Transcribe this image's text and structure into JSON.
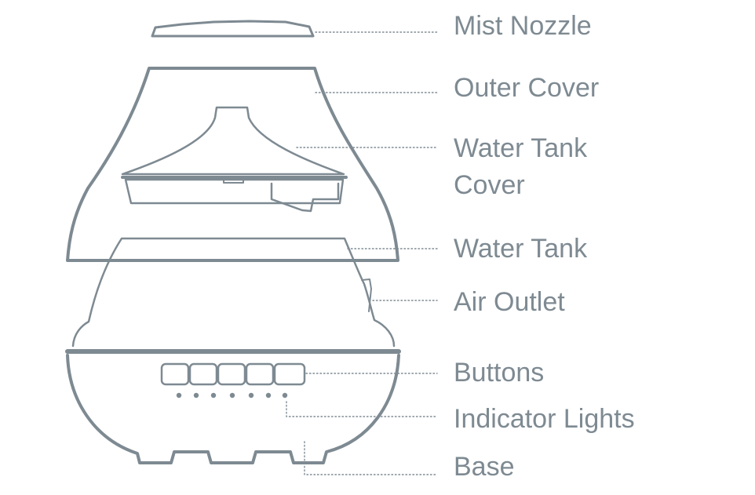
{
  "colors": {
    "line": "#7e8a92",
    "text": "#7e8a92",
    "background": "#ffffff"
  },
  "labels": [
    {
      "name": "mist-nozzle",
      "lines": [
        "Mist Nozzle"
      ]
    },
    {
      "name": "outer-cover",
      "lines": [
        "Outer Cover"
      ]
    },
    {
      "name": "water-tank-cover",
      "lines": [
        "Water Tank",
        "Cover"
      ]
    },
    {
      "name": "water-tank",
      "lines": [
        "Water Tank"
      ]
    },
    {
      "name": "air-outlet",
      "lines": [
        "Air Outlet"
      ]
    },
    {
      "name": "buttons",
      "lines": [
        "Buttons"
      ]
    },
    {
      "name": "indicator-lights",
      "lines": [
        "Indicator Lights"
      ]
    },
    {
      "name": "base",
      "lines": [
        "Base"
      ]
    }
  ]
}
